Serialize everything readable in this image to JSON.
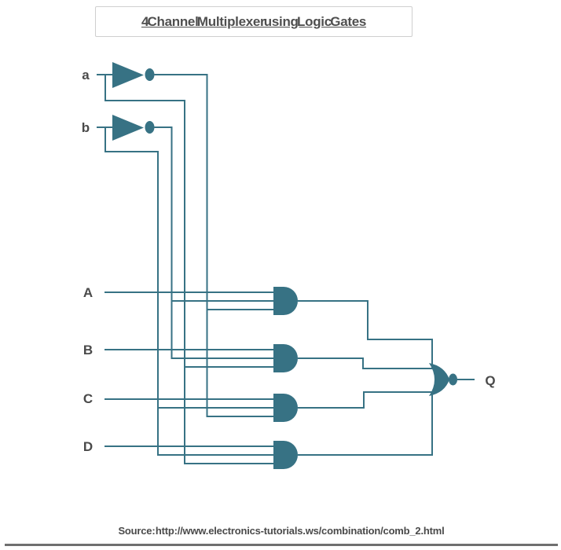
{
  "title_box": {
    "text": "4 Channel Multiplexer using Logic Gates"
  },
  "select_inputs": [
    {
      "label": "a"
    },
    {
      "label": "b"
    }
  ],
  "data_inputs": [
    {
      "label": "A"
    },
    {
      "label": "B"
    },
    {
      "label": "C"
    },
    {
      "label": "D"
    }
  ],
  "output": {
    "label": "Q"
  },
  "gates": [
    {
      "icon": "not-gate-icon",
      "input": "a",
      "output": "not-a"
    },
    {
      "icon": "not-gate-icon",
      "input": "b",
      "output": "not-b"
    },
    {
      "icon": "and-gate-icon",
      "inputs": [
        "A",
        "not-b",
        "not-a"
      ]
    },
    {
      "icon": "and-gate-icon",
      "inputs": [
        "B",
        "not-b",
        "a"
      ]
    },
    {
      "icon": "and-gate-icon",
      "inputs": [
        "C",
        "b",
        "not-a"
      ]
    },
    {
      "icon": "and-gate-icon",
      "inputs": [
        "D",
        "b",
        "a"
      ]
    },
    {
      "icon": "or-gate-icon",
      "inputs": [
        "and-1",
        "and-2",
        "and-3",
        "and-4"
      ],
      "output": "Q"
    }
  ],
  "source_bar": {
    "text": "Source: http://www.electronics-tutorials.ws/combination/comb_2.html"
  },
  "colors": {
    "wire": "#377284",
    "gate_fill": "#377284",
    "text": "#4A4A4A",
    "title_border": "#CFCFCF",
    "background": "#FFFFFF"
  }
}
